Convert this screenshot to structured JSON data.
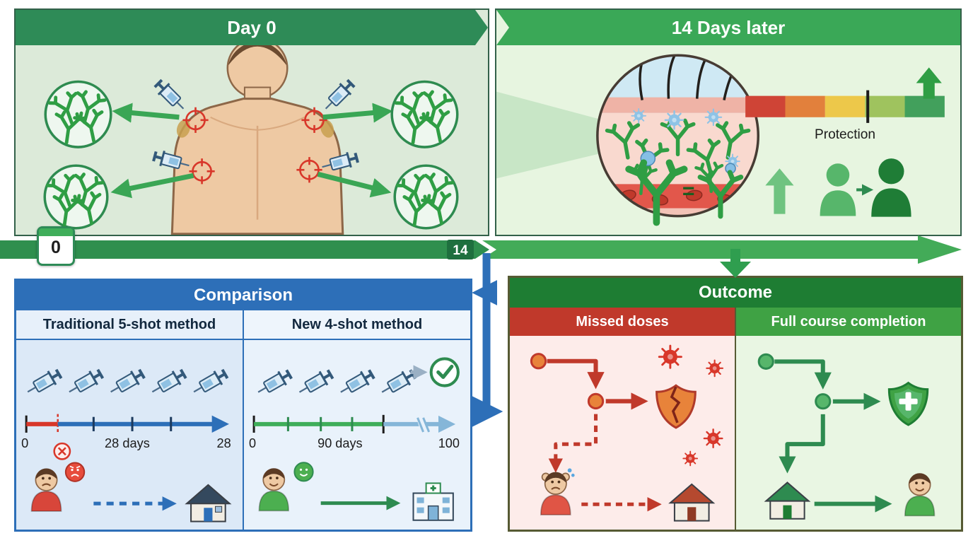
{
  "day0": {
    "title": "Day 0"
  },
  "later": {
    "title": "14 Days later",
    "protection_label": "Protection",
    "equals_sign": "="
  },
  "timeline": {
    "day_start": "0",
    "day_mid": "14"
  },
  "comparison": {
    "title": "Comparison",
    "traditional": {
      "title": "Traditional 5-shot method",
      "tick_start": "0",
      "tick_mid": "28 days",
      "tick_end": "28"
    },
    "new_method": {
      "title": "New 4-shot method",
      "tick_start": "0",
      "tick_mid": "90 days",
      "tick_end": "100"
    }
  },
  "outcome": {
    "title": "Outcome",
    "missed": {
      "title": "Missed doses"
    },
    "full": {
      "title": "Full course completion"
    }
  },
  "icons": {
    "calendar": "📅",
    "syringe": "💉",
    "antibody": "Y",
    "virus": "✱",
    "check": "✓",
    "cross": "✕",
    "shield": "🛡",
    "house": "⌂",
    "arrow_up": "↑"
  },
  "colors": {
    "dark_green": "#1e7d33",
    "green": "#2e8b50",
    "light_green": "#3aa655",
    "panel_green_bg": "#e7f5e0",
    "blue": "#2d6fb8",
    "panel_blue_bg": "#dde9f6",
    "red": "#c0392b",
    "orange": "#e8833a",
    "yellow": "#edc84a",
    "panel_red_bg": "#fdecea",
    "skin": "#eec9a3"
  }
}
